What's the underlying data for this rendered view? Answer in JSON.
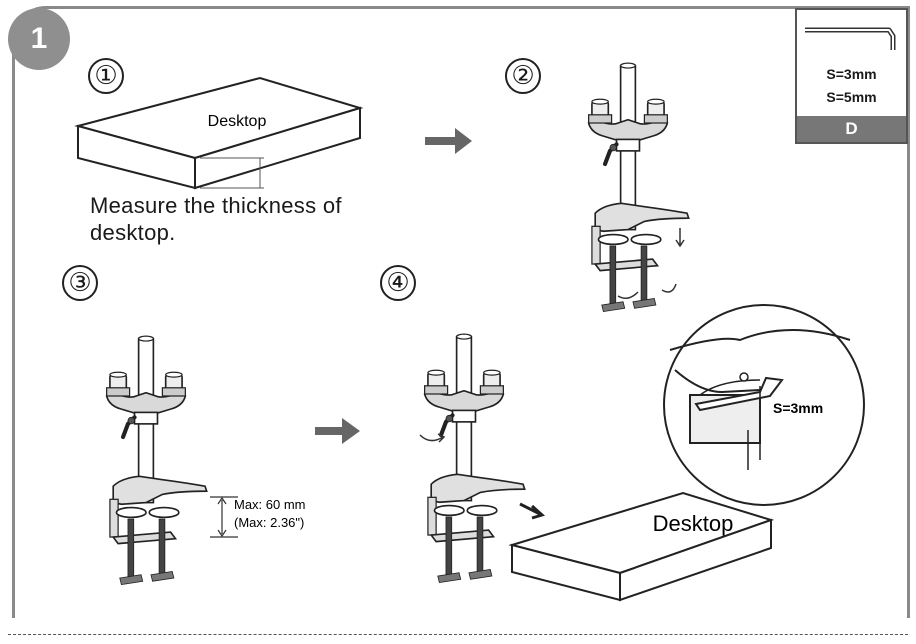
{
  "step_number": "1",
  "steps": [
    {
      "label": "①"
    },
    {
      "label": "②"
    },
    {
      "label": "③"
    },
    {
      "label": "④"
    }
  ],
  "step1": {
    "desktop_label": "Desktop",
    "caption_line1": "Measure the thickness of",
    "caption_line2": "desktop."
  },
  "step3": {
    "max_mm": "Max: 60 mm",
    "max_in": "(Max: 2.36\")"
  },
  "step4": {
    "desktop_label": "Desktop",
    "detail_label": "S=3mm"
  },
  "tool": {
    "size1": "S=3mm",
    "size2": "S=5mm",
    "label": "D"
  }
}
